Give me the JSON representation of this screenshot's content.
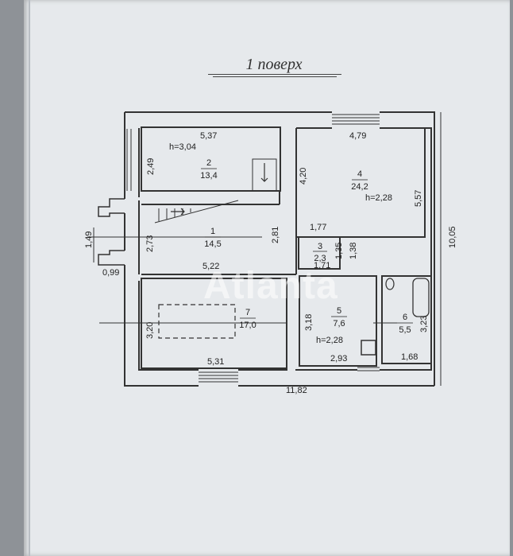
{
  "title": "1 поверх",
  "watermark": "Atlanta",
  "rooms": [
    {
      "number": "1",
      "area": "14,5"
    },
    {
      "number": "2",
      "area": "13,4"
    },
    {
      "number": "3",
      "area": "2,3"
    },
    {
      "number": "4",
      "area": "24,2"
    },
    {
      "number": "5",
      "area": "7,6"
    },
    {
      "number": "6",
      "area": "5,5"
    },
    {
      "number": "7",
      "area": "17,0"
    }
  ],
  "heights": {
    "room2": "h=3,04",
    "room4": "h=2,28",
    "room5": "h=2,28"
  },
  "dimensions": {
    "d537": "5,37",
    "d249": "2,49",
    "d479": "4,79",
    "d420": "4,20",
    "d557": "5,57",
    "d1005": "10,05",
    "d149": "1,49",
    "d099": "0,99",
    "d273": "2,73",
    "d281": "2,81",
    "d177": "1,77",
    "d135": "1,35",
    "d138": "1,38",
    "d171": "1,71",
    "d522": "5,22",
    "d320": "3,20",
    "d318": "3,18",
    "d293": "2,93",
    "d531": "5,31",
    "d1182": "11,82",
    "d323": "3,23",
    "d168": "1,68"
  }
}
